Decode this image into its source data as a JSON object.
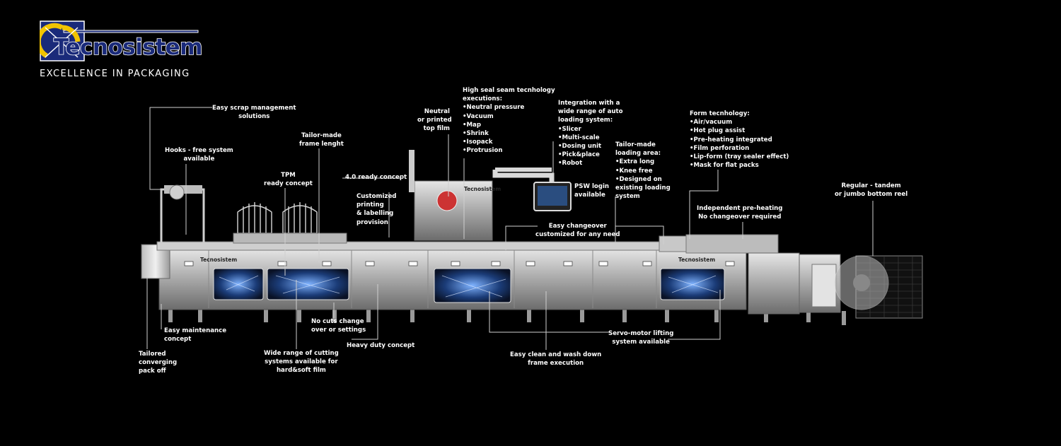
{
  "brand": {
    "name": "Tecnosistem",
    "tagline": "EXCELLENCE IN PACKAGING"
  },
  "machine_plates": [
    "Tecnosistem",
    "Tecnosistem",
    "Tecnosistem"
  ],
  "labels": {
    "scrap": [
      "Easy scrap management",
      "solutions"
    ],
    "hooks": [
      "Hooks - free  system",
      "available"
    ],
    "frame": [
      "Tailor-made",
      "frame lenght"
    ],
    "tpm": [
      "TPM",
      "ready concept"
    ],
    "ready40": "4.0 ready concept",
    "printing": [
      "Customized",
      "printing",
      "& labelling",
      "provision"
    ],
    "film": [
      "Neutral",
      "or printed",
      "top film"
    ],
    "seal_title": [
      "High seal seam tecnhology",
      "executions:"
    ],
    "seal_items": [
      "Neutral pressure",
      "Vacuum",
      "Map",
      "Shrink",
      "Isopack",
      "Protrusion"
    ],
    "integration_title": [
      "Integration with a",
      "wide range of auto",
      "loading system:"
    ],
    "integration_items": [
      "Slicer",
      "Multi-scale",
      "Dosing unit",
      "Pick&place",
      "Robot"
    ],
    "psw": [
      "PSW login",
      "available"
    ],
    "loading_title": [
      "Tailor-made",
      "loading area:"
    ],
    "loading_items": [
      "Extra long",
      "Knee free",
      "Designed on existing loading system"
    ],
    "form_title": "Form tecnhology:",
    "form_items": [
      "Air/vacuum",
      "Hot plug assist",
      "Pre-heating integrated",
      "Film perforation",
      "Lip-form (tray sealer effect)",
      "Mask for flat packs"
    ],
    "reel": [
      "Regular - tandem",
      "or jumbo bottom reel"
    ],
    "preheat": [
      "Independent pre-heating",
      "No changeover required"
    ],
    "changeover": [
      "Easy changeover",
      "customized for any need"
    ],
    "maintenance": [
      "Easy maintenance",
      "concept"
    ],
    "converging": [
      "Tailored",
      "converging",
      "pack off"
    ],
    "cutting": [
      "Wide range of cutting",
      "systems available for",
      "hard&soft film"
    ],
    "nocuts": [
      "No cuts change",
      "over or settings"
    ],
    "heavy": "Heavy duty concept",
    "wash": [
      "Easy clean and wash down",
      "frame execution"
    ],
    "servo": [
      "Servo-motor lifting",
      "system available"
    ]
  }
}
